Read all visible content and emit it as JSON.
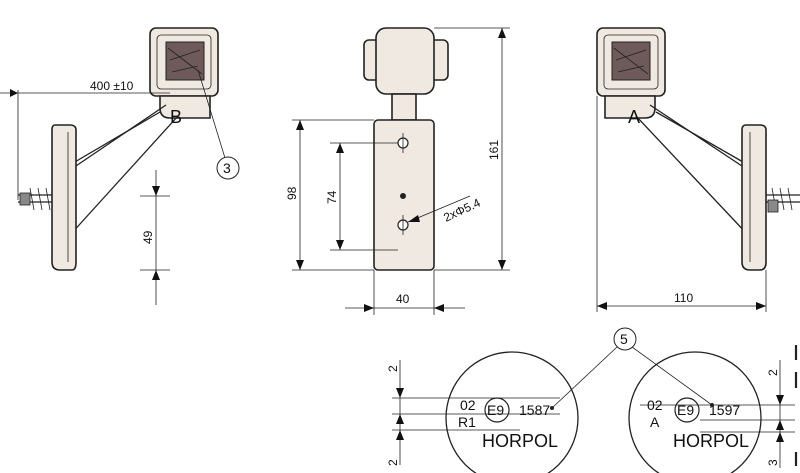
{
  "views": {
    "left": {
      "dim_length": "400 ±10",
      "dim_height": "49",
      "letter": "B",
      "callout": "3"
    },
    "center": {
      "dim_outer": "98",
      "dim_holes": "74",
      "dim_total": "161",
      "dim_width": "40",
      "hole_note": "2xΦ5.4"
    },
    "right": {
      "letter": "A",
      "dim_width": "110"
    }
  },
  "callout_bottom": "5",
  "markings": {
    "left": {
      "dim_top": "2",
      "dim_bottom": "2",
      "line1": "02",
      "line2": "R1",
      "emark": "E9",
      "number": "1587",
      "brand": "HORPOL"
    },
    "right": {
      "dim_top": "2",
      "dim_bottom": "3",
      "line1": "02",
      "line2": "A",
      "emark": "E9",
      "number": "1597",
      "brand": "HORPOL"
    }
  }
}
